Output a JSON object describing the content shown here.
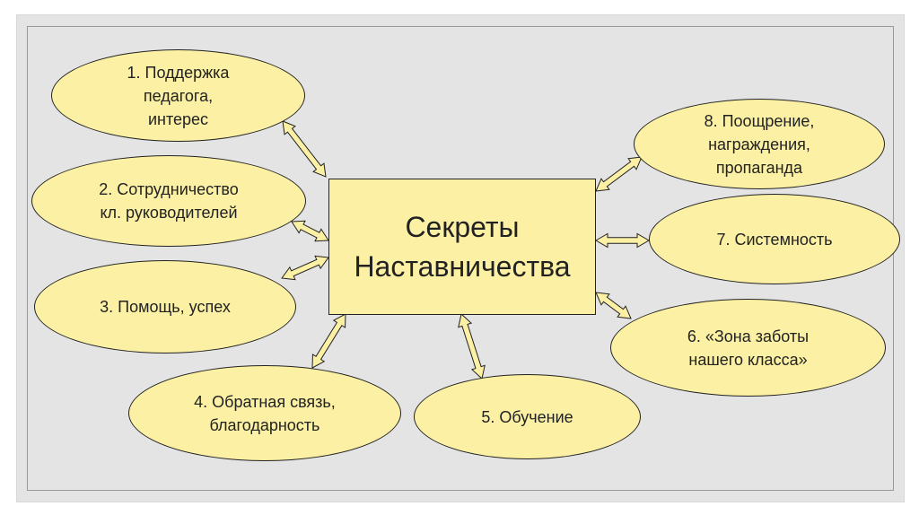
{
  "diagram": {
    "center": "Секреты\nНаставничества",
    "nodes": [
      {
        "id": "n1",
        "label": "1. Поддержка\nпедагога,\nинтерес"
      },
      {
        "id": "n2",
        "label": "2. Сотрудничество\nкл. руководителей"
      },
      {
        "id": "n3",
        "label": "3. Помощь, успех"
      },
      {
        "id": "n4",
        "label": "4. Обратная связь,\nблагодарность"
      },
      {
        "id": "n5",
        "label": "5. Обучение"
      },
      {
        "id": "n6",
        "label": "6. «Зона заботы\nнашего класса»"
      },
      {
        "id": "n7",
        "label": "7. Системность"
      },
      {
        "id": "n8",
        "label": "8. Поощрение,\nнаграждения,\nпропаганда"
      }
    ]
  },
  "colors": {
    "fill": "#fbf0a3",
    "stroke": "#222222",
    "background": "#e4e4e4"
  }
}
